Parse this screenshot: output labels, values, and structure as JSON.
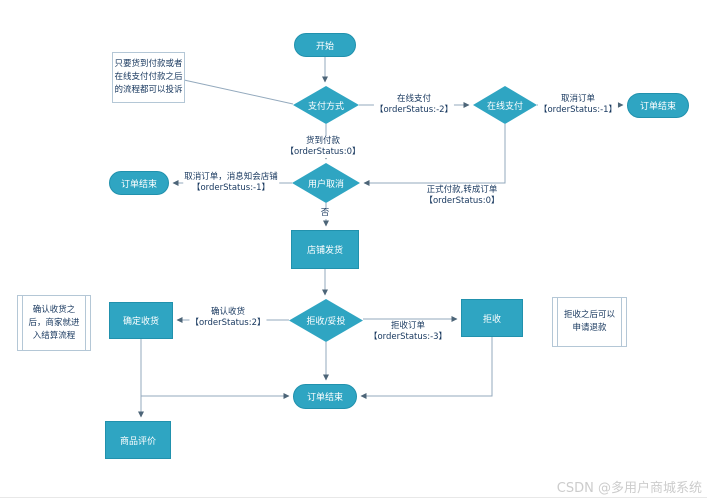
{
  "diagram": {
    "nodes": {
      "start": "开始",
      "payment_method": "支付方式",
      "online_payment": "在线支付",
      "order_end_top": "订单结束",
      "user_cancel": "用户取消",
      "order_end_left": "订单结束",
      "shop_ship": "店铺发货",
      "reject_deliver": "拒收/妥投",
      "confirm_receipt": "确定收货",
      "reject": "拒收",
      "order_end_bottom": "订单结束",
      "product_review": "商品评价"
    },
    "edge_labels": {
      "online_pay": {
        "text": "在线支付",
        "status": "【orderStatus:-2】"
      },
      "cancel_order": {
        "text": "取消订单",
        "status": "【orderStatus:-1】"
      },
      "cod": {
        "text": "货到付款",
        "status": "【orderStatus:0】"
      },
      "cancel_notify": {
        "text": "取消订单，消息知会店铺",
        "status": "【orderStatus:-1】"
      },
      "formal_pay": {
        "text": "正式付款,转成订单",
        "status": "【orderStatus:0】"
      },
      "no": "否",
      "confirm_receipt": {
        "text": "确认收货",
        "status": "【orderStatus:2】"
      },
      "reject_order": {
        "text": "拒收订单",
        "status": "【orderStatus:-3】"
      }
    },
    "notes": {
      "complaint": {
        "lines": [
          "只要货到付款或者",
          "在线支付付款之后",
          "的流程都可以投诉"
        ]
      },
      "settlement": {
        "lines": [
          "确认收货之",
          "后，商家就进",
          "入结算流程"
        ]
      },
      "refund": {
        "lines": [
          "拒收之后可以",
          "申请退款"
        ]
      }
    },
    "watermark": "CSDN @多用户商城系统",
    "colors": {
      "shape_fill": "#2fa5c2",
      "shape_border": "#2191ad",
      "label_text": "#17375e",
      "line": "#93a9bd",
      "arrowhead": "#4d6578"
    }
  }
}
